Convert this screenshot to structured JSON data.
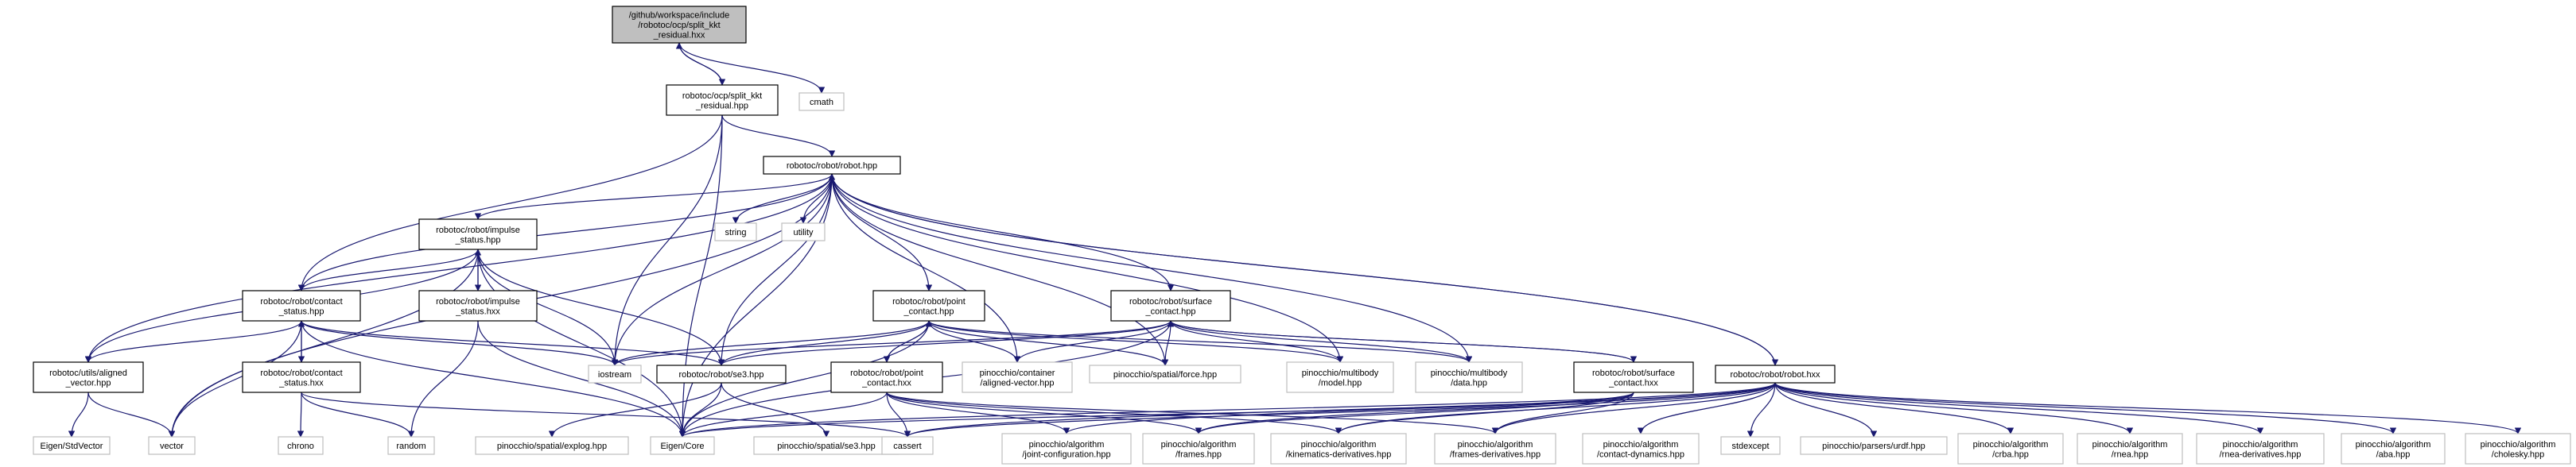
{
  "graph": {
    "nodes": [
      {
        "id": "root",
        "kind": "root",
        "lines": [
          "/github/workspace/include",
          "/robotoc/ocp/split_kkt",
          "_residual.hxx"
        ]
      },
      {
        "id": "cmath",
        "kind": "ext",
        "lines": [
          "cmath"
        ]
      },
      {
        "id": "split_kkt_hpp",
        "kind": "main",
        "lines": [
          "robotoc/ocp/split_kkt",
          "_residual.hpp"
        ]
      },
      {
        "id": "robot_hpp",
        "kind": "main",
        "lines": [
          "robotoc/robot/robot.hpp"
        ]
      },
      {
        "id": "string",
        "kind": "ext",
        "lines": [
          "string"
        ]
      },
      {
        "id": "utility",
        "kind": "ext",
        "lines": [
          "utility"
        ]
      },
      {
        "id": "impulse_hpp",
        "kind": "main",
        "lines": [
          "robotoc/robot/impulse",
          "_status.hpp"
        ]
      },
      {
        "id": "impulse_hxx",
        "kind": "main",
        "lines": [
          "robotoc/robot/impulse",
          "_status.hxx"
        ]
      },
      {
        "id": "contact_hpp",
        "kind": "main",
        "lines": [
          "robotoc/robot/contact",
          "_status.hpp"
        ]
      },
      {
        "id": "contact_hxx",
        "kind": "main",
        "lines": [
          "robotoc/robot/contact",
          "_status.hxx"
        ]
      },
      {
        "id": "aligned_hpp",
        "kind": "main",
        "lines": [
          "robotoc/utils/aligned",
          "_vector.hpp"
        ]
      },
      {
        "id": "se3_hpp",
        "kind": "main",
        "lines": [
          "robotoc/robot/se3.hpp"
        ]
      },
      {
        "id": "point_hpp",
        "kind": "main",
        "lines": [
          "robotoc/robot/point",
          "_contact.hpp"
        ]
      },
      {
        "id": "point_hxx",
        "kind": "main",
        "lines": [
          "robotoc/robot/point",
          "_contact.hxx"
        ]
      },
      {
        "id": "surface_hpp",
        "kind": "main",
        "lines": [
          "robotoc/robot/surface",
          "_contact.hpp"
        ]
      },
      {
        "id": "surface_hxx",
        "kind": "main",
        "lines": [
          "robotoc/robot/surface",
          "_contact.hxx"
        ]
      },
      {
        "id": "robot_hxx",
        "kind": "main",
        "lines": [
          "robotoc/robot/robot.hxx"
        ]
      },
      {
        "id": "iostream",
        "kind": "ext",
        "lines": [
          "iostream"
        ]
      },
      {
        "id": "eigen_stdvector",
        "kind": "ext",
        "lines": [
          "Eigen/StdVector"
        ]
      },
      {
        "id": "vector",
        "kind": "ext",
        "lines": [
          "vector"
        ]
      },
      {
        "id": "chrono",
        "kind": "ext",
        "lines": [
          "chrono"
        ]
      },
      {
        "id": "random",
        "kind": "ext",
        "lines": [
          "random"
        ]
      },
      {
        "id": "explog",
        "kind": "ext",
        "lines": [
          "pinocchio/spatial/explog.hpp"
        ]
      },
      {
        "id": "eigen_core",
        "kind": "ext",
        "lines": [
          "Eigen/Core"
        ]
      },
      {
        "id": "se3_pin",
        "kind": "ext",
        "lines": [
          "pinocchio/spatial/se3.hpp"
        ]
      },
      {
        "id": "cassert",
        "kind": "ext",
        "lines": [
          "cassert"
        ]
      },
      {
        "id": "aligned_vec_pin",
        "kind": "ext",
        "lines": [
          "pinocchio/container",
          "/aligned-vector.hpp"
        ]
      },
      {
        "id": "force_pin",
        "kind": "ext",
        "lines": [
          "pinocchio/spatial/force.hpp"
        ]
      },
      {
        "id": "model_pin",
        "kind": "ext",
        "lines": [
          "pinocchio/multibody",
          "/model.hpp"
        ]
      },
      {
        "id": "data_pin",
        "kind": "ext",
        "lines": [
          "pinocchio/multibody",
          "/data.hpp"
        ]
      },
      {
        "id": "joint_conf",
        "kind": "ext",
        "lines": [
          "pinocchio/algorithm",
          "/joint-configuration.hpp"
        ]
      },
      {
        "id": "frames",
        "kind": "ext",
        "lines": [
          "pinocchio/algorithm",
          "/frames.hpp"
        ]
      },
      {
        "id": "kin_deriv",
        "kind": "ext",
        "lines": [
          "pinocchio/algorithm",
          "/kinematics-derivatives.hpp"
        ]
      },
      {
        "id": "frames_deriv",
        "kind": "ext",
        "lines": [
          "pinocchio/algorithm",
          "/frames-derivatives.hpp"
        ]
      },
      {
        "id": "contact_dyn",
        "kind": "ext",
        "lines": [
          "pinocchio/algorithm",
          "/contact-dynamics.hpp"
        ]
      },
      {
        "id": "stdexcept",
        "kind": "ext",
        "lines": [
          "stdexcept"
        ]
      },
      {
        "id": "urdf",
        "kind": "ext",
        "lines": [
          "pinocchio/parsers/urdf.hpp"
        ]
      },
      {
        "id": "crba",
        "kind": "ext",
        "lines": [
          "pinocchio/algorithm",
          "/crba.hpp"
        ]
      },
      {
        "id": "rnea",
        "kind": "ext",
        "lines": [
          "pinocchio/algorithm",
          "/rnea.hpp"
        ]
      },
      {
        "id": "rnea_deriv",
        "kind": "ext",
        "lines": [
          "pinocchio/algorithm",
          "/rnea-derivatives.hpp"
        ]
      },
      {
        "id": "aba",
        "kind": "ext",
        "lines": [
          "pinocchio/algorithm",
          "/aba.hpp"
        ]
      },
      {
        "id": "cholesky",
        "kind": "ext",
        "lines": [
          "pinocchio/algorithm",
          "/cholesky.hpp"
        ]
      }
    ],
    "edges": [
      [
        "root",
        "cmath"
      ],
      [
        "root",
        "split_kkt_hpp"
      ],
      [
        "split_kkt_hpp",
        "root"
      ],
      [
        "split_kkt_hpp",
        "robot_hpp"
      ],
      [
        "split_kkt_hpp",
        "contact_hpp"
      ],
      [
        "split_kkt_hpp",
        "iostream"
      ],
      [
        "split_kkt_hpp",
        "eigen_core"
      ],
      [
        "robot_hpp",
        "string"
      ],
      [
        "robot_hpp",
        "utility"
      ],
      [
        "robot_hpp",
        "impulse_hpp"
      ],
      [
        "robot_hpp",
        "contact_hpp"
      ],
      [
        "robot_hpp",
        "aligned_hpp"
      ],
      [
        "robot_hpp",
        "vector"
      ],
      [
        "robot_hpp",
        "iostream"
      ],
      [
        "robot_hpp",
        "se3_hpp"
      ],
      [
        "robot_hpp",
        "eigen_core"
      ],
      [
        "robot_hpp",
        "point_hpp"
      ],
      [
        "robot_hpp",
        "surface_hpp"
      ],
      [
        "robot_hpp",
        "aligned_vec_pin"
      ],
      [
        "robot_hpp",
        "force_pin"
      ],
      [
        "robot_hpp",
        "model_pin"
      ],
      [
        "robot_hpp",
        "data_pin"
      ],
      [
        "robot_hpp",
        "robot_hxx"
      ],
      [
        "impulse_hpp",
        "contact_hpp"
      ],
      [
        "impulse_hpp",
        "aligned_hpp"
      ],
      [
        "impulse_hpp",
        "vector"
      ],
      [
        "impulse_hpp",
        "iostream"
      ],
      [
        "impulse_hpp",
        "se3_hpp"
      ],
      [
        "impulse_hpp",
        "impulse_hxx"
      ],
      [
        "impulse_hpp",
        "eigen_core"
      ],
      [
        "impulse_hxx",
        "impulse_hpp"
      ],
      [
        "impulse_hxx",
        "random"
      ],
      [
        "impulse_hxx",
        "eigen_core"
      ],
      [
        "contact_hpp",
        "aligned_hpp"
      ],
      [
        "contact_hpp",
        "vector"
      ],
      [
        "contact_hpp",
        "iostream"
      ],
      [
        "contact_hpp",
        "se3_hpp"
      ],
      [
        "contact_hpp",
        "contact_hxx"
      ],
      [
        "contact_hpp",
        "eigen_core"
      ],
      [
        "contact_hxx",
        "contact_hpp"
      ],
      [
        "contact_hxx",
        "chrono"
      ],
      [
        "contact_hxx",
        "random"
      ],
      [
        "contact_hxx",
        "cassert"
      ],
      [
        "aligned_hpp",
        "eigen_stdvector"
      ],
      [
        "aligned_hpp",
        "vector"
      ],
      [
        "se3_hpp",
        "explog"
      ],
      [
        "se3_hpp",
        "eigen_core"
      ],
      [
        "se3_hpp",
        "se3_pin"
      ],
      [
        "point_hpp",
        "iostream"
      ],
      [
        "point_hpp",
        "se3_hpp"
      ],
      [
        "point_hpp",
        "eigen_core"
      ],
      [
        "point_hpp",
        "aligned_vec_pin"
      ],
      [
        "point_hpp",
        "force_pin"
      ],
      [
        "point_hpp",
        "model_pin"
      ],
      [
        "point_hpp",
        "data_pin"
      ],
      [
        "point_hpp",
        "point_hxx"
      ],
      [
        "point_hxx",
        "point_hpp"
      ],
      [
        "point_hxx",
        "eigen_core"
      ],
      [
        "point_hxx",
        "cassert"
      ],
      [
        "point_hxx",
        "joint_conf"
      ],
      [
        "point_hxx",
        "frames"
      ],
      [
        "point_hxx",
        "kin_deriv"
      ],
      [
        "point_hxx",
        "frames_deriv"
      ],
      [
        "surface_hpp",
        "iostream"
      ],
      [
        "surface_hpp",
        "se3_hpp"
      ],
      [
        "surface_hpp",
        "eigen_core"
      ],
      [
        "surface_hpp",
        "aligned_vec_pin"
      ],
      [
        "surface_hpp",
        "force_pin"
      ],
      [
        "surface_hpp",
        "model_pin"
      ],
      [
        "surface_hpp",
        "data_pin"
      ],
      [
        "surface_hpp",
        "surface_hxx"
      ],
      [
        "surface_hxx",
        "surface_hpp"
      ],
      [
        "surface_hxx",
        "eigen_core"
      ],
      [
        "surface_hxx",
        "cassert"
      ],
      [
        "surface_hxx",
        "frames"
      ],
      [
        "surface_hxx",
        "kin_deriv"
      ],
      [
        "surface_hxx",
        "frames_deriv"
      ],
      [
        "robot_hxx",
        "robot_hpp"
      ],
      [
        "robot_hxx",
        "eigen_core"
      ],
      [
        "robot_hxx",
        "cassert"
      ],
      [
        "robot_hxx",
        "joint_conf"
      ],
      [
        "robot_hxx",
        "frames"
      ],
      [
        "robot_hxx",
        "kin_deriv"
      ],
      [
        "robot_hxx",
        "frames_deriv"
      ],
      [
        "robot_hxx",
        "contact_dyn"
      ],
      [
        "robot_hxx",
        "stdexcept"
      ],
      [
        "robot_hxx",
        "urdf"
      ],
      [
        "robot_hxx",
        "crba"
      ],
      [
        "robot_hxx",
        "rnea"
      ],
      [
        "robot_hxx",
        "rnea_deriv"
      ],
      [
        "robot_hxx",
        "aba"
      ],
      [
        "robot_hxx",
        "cholesky"
      ]
    ]
  }
}
